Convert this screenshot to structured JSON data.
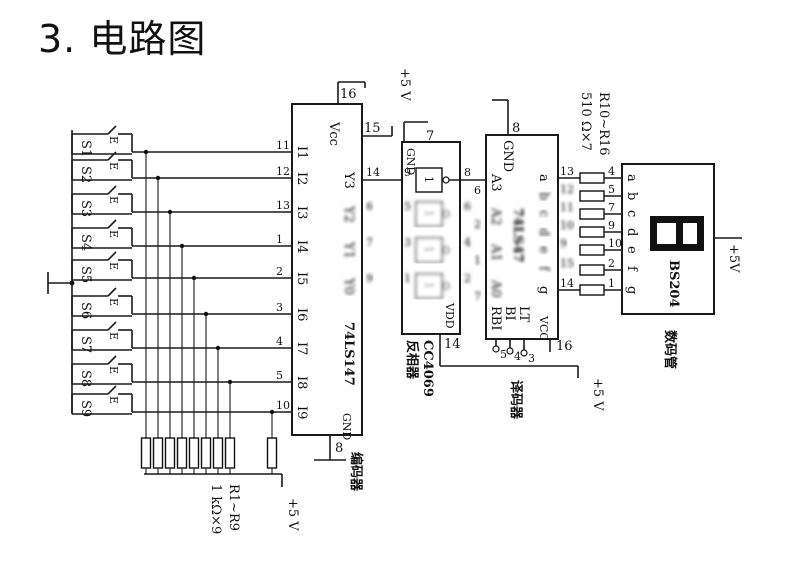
{
  "heading": "3. 电路图",
  "switches": [
    "S1",
    "S2",
    "S3",
    "S4",
    "S5",
    "S6",
    "S7",
    "S8",
    "S9"
  ],
  "encoder": {
    "part": "74LS147",
    "caption": "编码器",
    "vcc": "Vcc",
    "gnd": "GND",
    "inputs": [
      "I1",
      "I2",
      "I3",
      "I4",
      "I5",
      "I6",
      "I7",
      "I8",
      "I9"
    ],
    "input_pins": [
      "11",
      "12",
      "13",
      "1",
      "2",
      "3",
      "4",
      "5",
      "10"
    ],
    "outputs": [
      "Y3",
      "Y2",
      "Y1",
      "Y0"
    ],
    "output_pins": [
      "14",
      "6",
      "7",
      "9"
    ],
    "vcc_pin": "16",
    "pin15": "15",
    "gnd_pin": "8"
  },
  "inverter": {
    "part": "CC4069",
    "caption": "反相器",
    "gnd": "GND",
    "vdd": "VDD",
    "gate": "1",
    "gnd_pin": "7",
    "vdd_pin": "14",
    "pins_in": [
      "9",
      "5",
      "3",
      "1"
    ],
    "pins_out": [
      "8",
      "6",
      "4",
      "2"
    ]
  },
  "decoder": {
    "part": "74LS47",
    "caption": "译码器",
    "gnd": "GND",
    "inputs": [
      "A3",
      "A2",
      "A1",
      "A0"
    ],
    "input_pins": [
      "6",
      "2",
      "1",
      "7"
    ],
    "controls": [
      "RBI",
      "BI",
      "LT"
    ],
    "control_pins": [
      "5",
      "4",
      "3"
    ],
    "vcc": "VCC",
    "vcc_pin": "16",
    "gnd_pin": "8",
    "segments": [
      "a",
      "b",
      "c",
      "d",
      "e",
      "f",
      "g"
    ],
    "segment_pins": [
      "13",
      "12",
      "11",
      "10",
      "9",
      "15",
      "14"
    ]
  },
  "display": {
    "part": "BS204",
    "caption": "数码管",
    "segments": [
      "a",
      "b",
      "c",
      "d",
      "e",
      "f",
      "g"
    ],
    "segment_pins": [
      "4",
      "5",
      "7",
      "9",
      "10",
      "2",
      "1"
    ],
    "supply": "+5V"
  },
  "pullups": {
    "label": "R1~R9",
    "value": "1 kΩ×9",
    "supply": "+5 V"
  },
  "seg_resistors": {
    "label": "R10~R16",
    "value": "510 Ω×7"
  },
  "supplies": {
    "encoder_vcc": "+5 V",
    "decoder_vcc": "+5 V",
    "display": "+5V"
  }
}
